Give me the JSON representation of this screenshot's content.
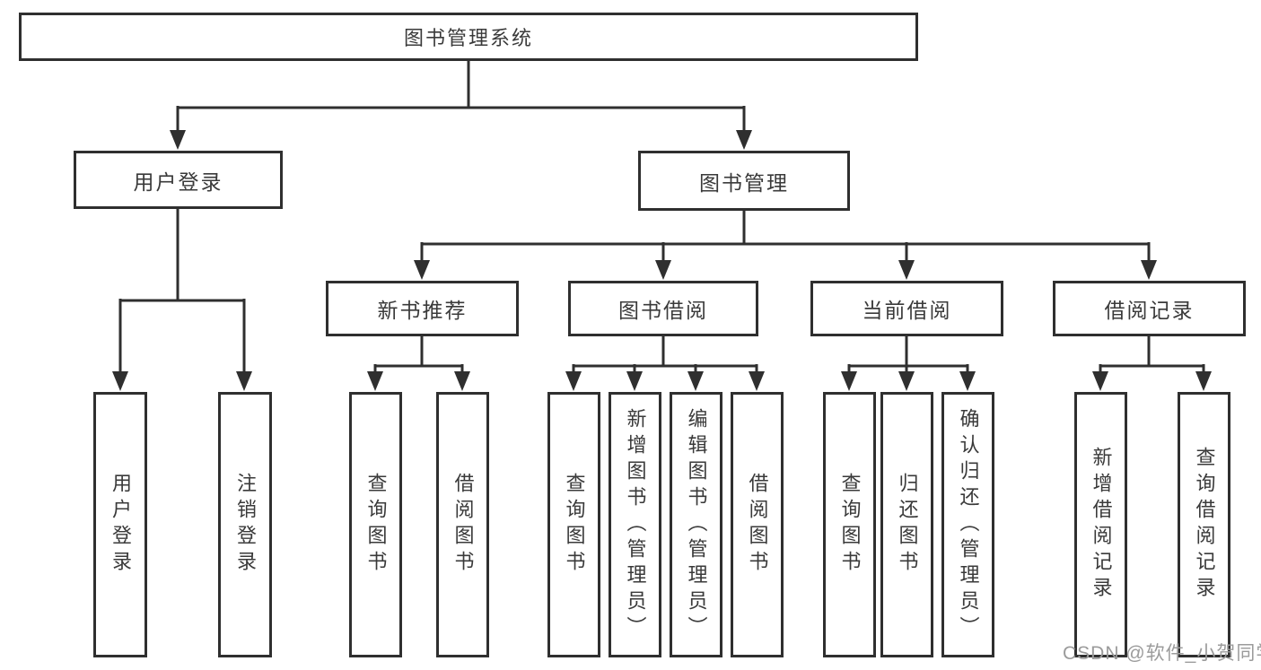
{
  "tree": {
    "root": {
      "label": "图书管理系统"
    },
    "branches": [
      {
        "id": "user-login",
        "label": "用户登录",
        "children": [
          {
            "label": "用户登录"
          },
          {
            "label": "注销登录"
          }
        ]
      },
      {
        "id": "book-mgmt",
        "label": "图书管理",
        "children": [
          {
            "label": "新书推荐",
            "children": [
              {
                "label": "查询图书"
              },
              {
                "label": "借阅图书"
              }
            ]
          },
          {
            "label": "图书借阅",
            "children": [
              {
                "label": "查询图书"
              },
              {
                "label": "新增图书（管理员）"
              },
              {
                "label": "编辑图书（管理员）"
              },
              {
                "label": "借阅图书"
              }
            ]
          },
          {
            "label": "当前借阅",
            "children": [
              {
                "label": "查询图书"
              },
              {
                "label": "归还图书"
              },
              {
                "label": "确认归还（管理员）"
              }
            ]
          },
          {
            "label": "借阅记录",
            "children": [
              {
                "label": "新增借阅记录"
              },
              {
                "label": "查询借阅记录"
              }
            ]
          }
        ]
      }
    ]
  },
  "colors": {
    "line": "#2f2f2f",
    "box_border": "#2f2f2f",
    "box_fill": "#ffffff",
    "text": "#3a3a3a",
    "watermark": "#9b9b9b"
  },
  "watermark": {
    "text": "CSDN @软件_小贺同学"
  }
}
